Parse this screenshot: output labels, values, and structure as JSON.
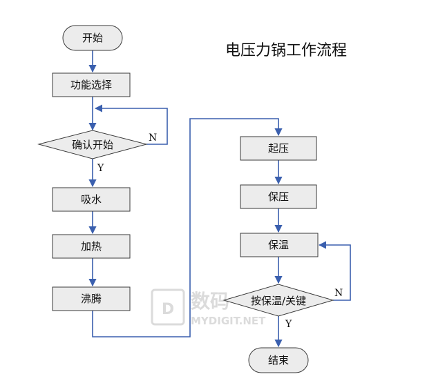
{
  "title": "电压力锅工作流程",
  "colors": {
    "box_fill": "#ececec",
    "box_stroke": "#3a3a3a",
    "arrow": "#3a5fae"
  },
  "left_column": {
    "start": "开始",
    "select": "功能选择",
    "confirm": "确认开始",
    "confirm_yes": "Y",
    "confirm_no": "N",
    "absorb": "吸水",
    "heat": "加热",
    "boil": "沸腾"
  },
  "right_column": {
    "pressurize": "起压",
    "hold_pressure": "保压",
    "keep_warm": "保温",
    "keep_warm_check": "按保温/关键",
    "check_yes": "Y",
    "check_no": "N",
    "end": "结束"
  },
  "watermark": {
    "text_cn": "数码",
    "text_en": "MYDIGIT.NET"
  }
}
